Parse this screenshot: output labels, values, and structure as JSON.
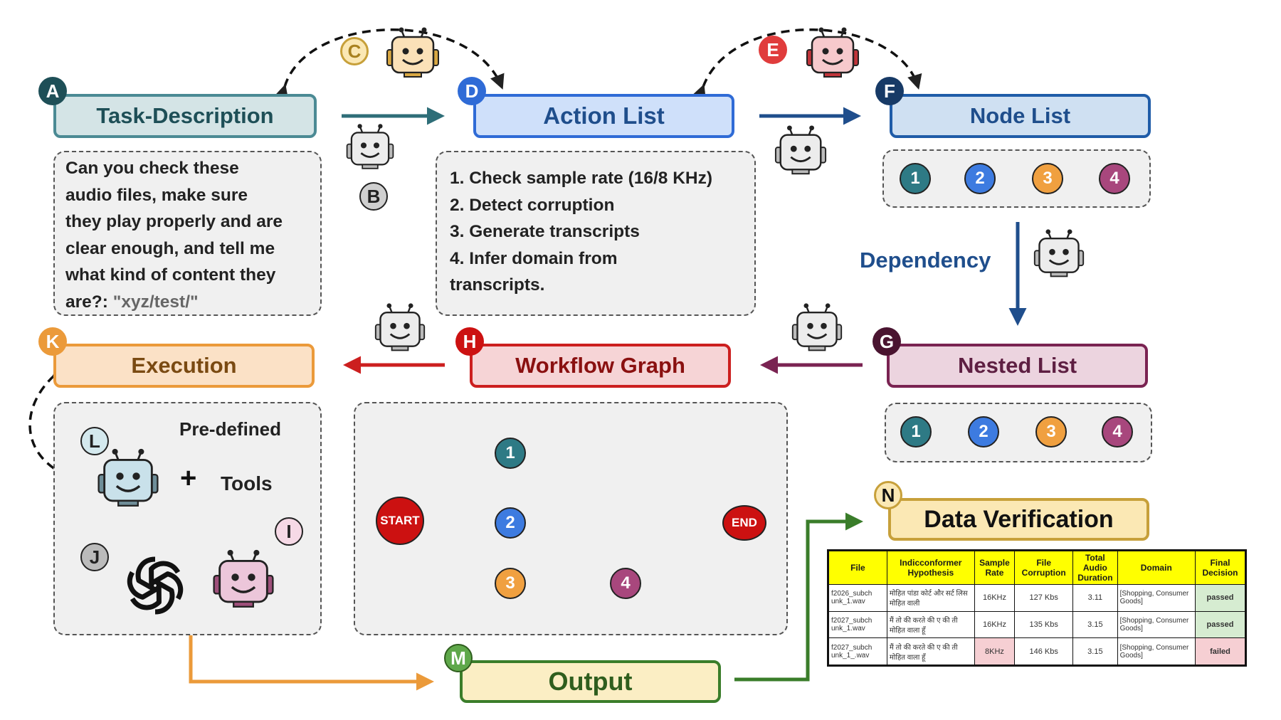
{
  "labels": {
    "A": "A",
    "B": "B",
    "C": "C",
    "D": "D",
    "E": "E",
    "F": "F",
    "G": "G",
    "H": "H",
    "I": "I",
    "J": "J",
    "K": "K",
    "L": "L",
    "M": "M",
    "N": "N"
  },
  "headers": {
    "task": "Task-Description",
    "action": "Action List",
    "node": "Node List",
    "nested": "Nested List",
    "workflow": "Workflow Graph",
    "execution": "Execution",
    "output": "Output",
    "verification": "Data Verification"
  },
  "task_text": {
    "line1": "Can you check these",
    "line2": "audio files, make sure",
    "line3": "they play properly and are",
    "line4": "clear enough, and tell me",
    "line5": "what kind of content they",
    "line6a": "are?: ",
    "line6b": "\"xyz/test/\""
  },
  "actions": [
    "1. Check sample rate (16/8 KHz)",
    "2. Detect corruption",
    "3. Generate transcripts",
    "4. Infer domain from",
    "transcripts."
  ],
  "nodes": [
    "1",
    "2",
    "3",
    "4"
  ],
  "dependency": "Dependency",
  "graph": {
    "start": "START",
    "end": "END"
  },
  "execution": {
    "predefined": "Pre-defined",
    "plus": "+",
    "tools": "Tools"
  },
  "colors": {
    "teal": "#2e7a85",
    "blue": "#3d7be0",
    "orange": "#f0a040",
    "purple": "#a8477d",
    "red": "#cc1f1f",
    "green": "#3a7d2a",
    "navy": "#1f4e8c"
  },
  "table": {
    "headers": [
      "File",
      "Indicconformer Hypothesis",
      "Sample Rate",
      "File Corruption",
      "Total Audio Duration",
      "Domain",
      "Final Decision"
    ],
    "rows": [
      [
        "f2026_subch unk_1.wav",
        "मोहित पांडा कोर्ट और सर्ट लिस मोहित वाली",
        "16KHz",
        "127 Kbs",
        "3.11",
        "[Shopping, Consumer Goods]",
        "passed"
      ],
      [
        "f2027_subch unk_1.wav",
        "मैं तो की करते की ए की ती मोहित वाला हूँ",
        "16KHz",
        "135 Kbs",
        "3.15",
        "[Shopping, Consumer Goods]",
        "passed"
      ],
      [
        "f2027_subch unk_1_.wav",
        "मैं तो की करते की ए की ती मोहित वाला हूँ",
        "8KHz",
        "146 Kbs",
        "3.15",
        "[Shopping, Consumer Goods]",
        "failed"
      ]
    ]
  }
}
